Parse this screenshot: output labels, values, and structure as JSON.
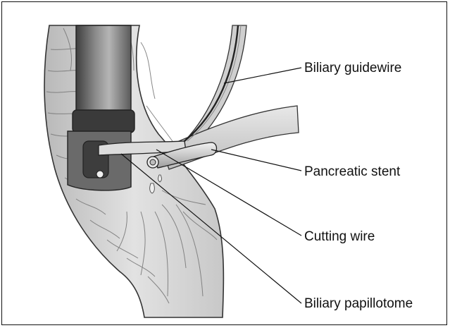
{
  "labels": {
    "biliary_guidewire": "Biliary guidewire",
    "pancreatic_stent": "Pancreatic stent",
    "cutting_wire": "Cutting wire",
    "biliary_papillotome": "Biliary papillotome"
  }
}
